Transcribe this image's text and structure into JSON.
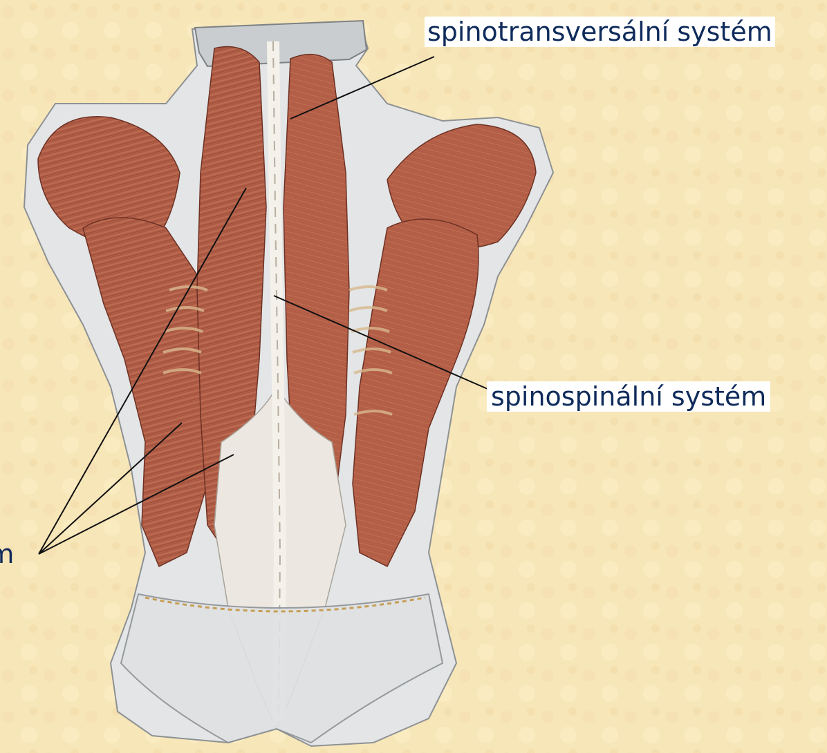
{
  "labels": {
    "spinotransversal": "spinotransversální systém",
    "spinospinal": "spinospinální systém",
    "left_partial": "ém"
  },
  "colors": {
    "background": "#f7e6b8",
    "label_text": "#0f2b5b",
    "leader_line": "#111111",
    "muscle": "#b8614a",
    "muscle_dark": "#8e3f2f",
    "tendon": "#e9e4dc",
    "skin": "#d9dcdf"
  }
}
